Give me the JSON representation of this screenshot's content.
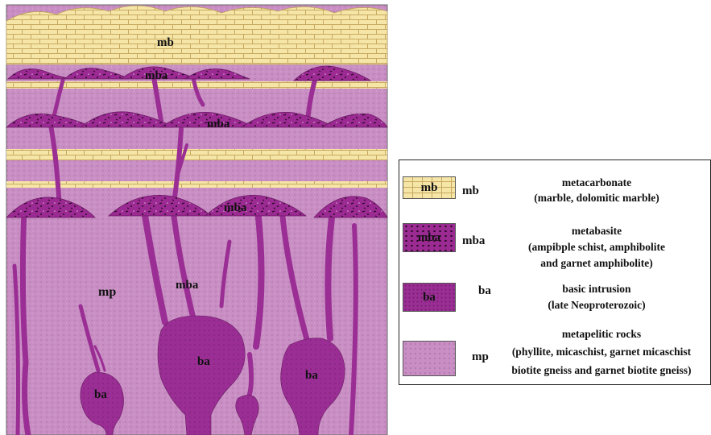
{
  "diagram": {
    "labels": {
      "mb": "mb",
      "mba_top": "mba",
      "mba_mid": "mba",
      "mba_low": "mba",
      "mba_dyke": "mba",
      "mp": "mp",
      "ba_left": "ba",
      "ba_center": "ba",
      "ba_right": "ba"
    }
  },
  "legend": {
    "items": [
      {
        "swatch_label": "mb",
        "code": "mb",
        "title": "metacarbonate",
        "lines": [
          "(marble, dolomitic marble)"
        ]
      },
      {
        "swatch_label": "mba",
        "code": "mba",
        "title": "metabasite",
        "lines": [
          "(ampibple schist, amphibolite",
          "and garnet amphibolite)"
        ]
      },
      {
        "swatch_label": "ba",
        "code": "ba",
        "title": "basic intrusion",
        "lines": [
          "(late Neoproterozoic)"
        ]
      },
      {
        "swatch_label": "",
        "code": "mp",
        "title": "metapelitic rocks",
        "lines": [
          "(phyllite, micaschist, garnet micaschist",
          "biotite gneiss and garnet biotite gneiss)"
        ]
      }
    ]
  },
  "colors": {
    "marble": "#f5e6a8",
    "marble_lines": "#c8a860",
    "metapelite": "#c98fc4",
    "metabasite": "#9b2a92",
    "basic_intrusion": "#9a2e94"
  }
}
